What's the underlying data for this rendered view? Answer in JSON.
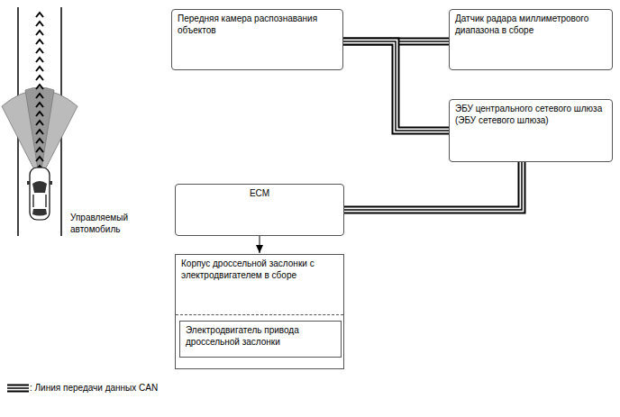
{
  "diagram": {
    "nodes": [
      {
        "text": [
          "Передняя камера распознавания объектов"
        ]
      },
      {
        "text": [
          "Датчик радара миллиметрового диапазона в сборе"
        ]
      },
      {
        "text": [
          "ЭБУ центрального сетевого шлюза (ЭБУ сетевого шлюза)"
        ]
      },
      {
        "text": [
          "ECM"
        ]
      },
      {
        "text": [
          "Корпус дроссельной заслонки с электродвигателем в сборе"
        ]
      },
      {
        "text": [
          "Электродвигатель привода дроссельной заслонки"
        ],
        "in": 4
      }
    ],
    "edges": [
      {
        "from": 0,
        "to": 1,
        "arrow": "none"
      },
      {
        "from": 0,
        "to": 2,
        "arrow": "none"
      },
      {
        "from": 2,
        "to": 3,
        "arrow": "none"
      },
      {
        "from": 3,
        "to": 4,
        "arrow": "to"
      }
    ],
    "labels": [
      "Управляемый автомобиль"
    ],
    "legend": [
      {
        "text": ": Линия передачи данных CAN"
      }
    ]
  }
}
